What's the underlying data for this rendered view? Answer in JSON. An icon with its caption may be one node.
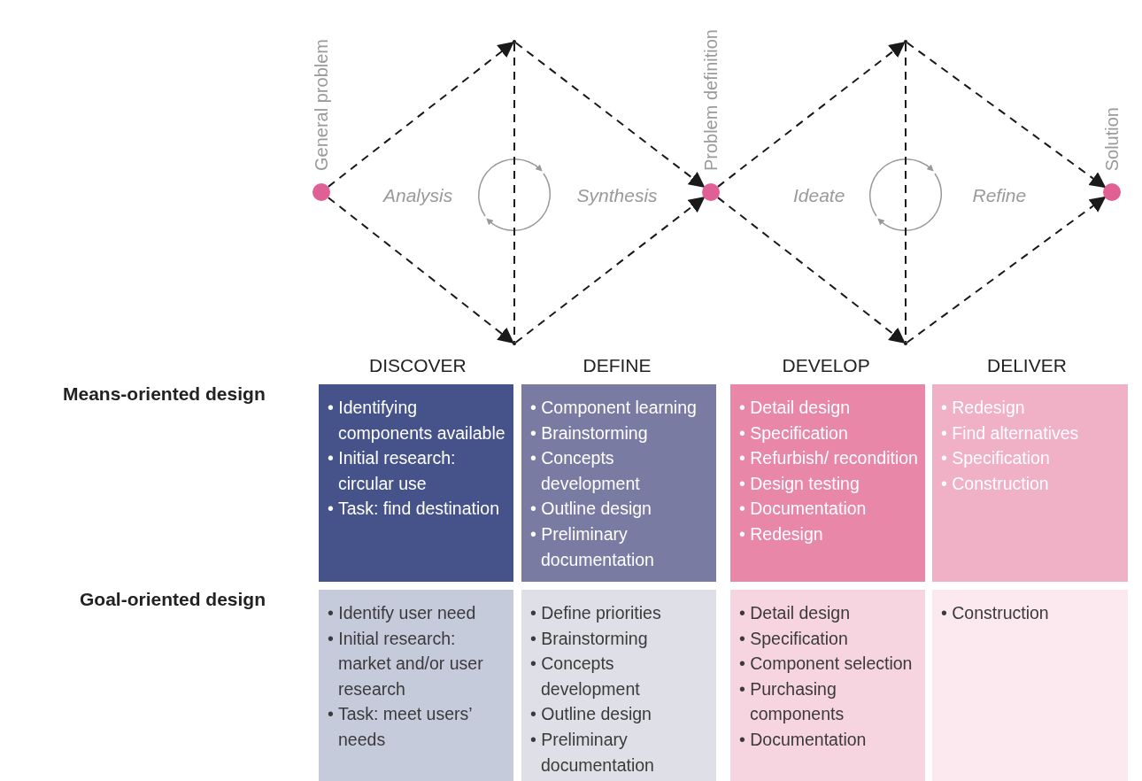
{
  "diagram": {
    "nodes": [
      {
        "text": [],
        "shape": "circle",
        "beside": [
          "General problem"
        ]
      },
      {
        "text": [],
        "shape": "point"
      },
      {
        "text": [],
        "shape": "point"
      },
      {
        "text": [],
        "shape": "circle",
        "beside": [
          "Problem definition"
        ]
      },
      {
        "text": [],
        "shape": "point"
      },
      {
        "text": [],
        "shape": "point"
      },
      {
        "text": [],
        "shape": "circle",
        "beside": [
          "Solution"
        ]
      },
      {
        "text": [
          "• Identifying components available",
          "• Initial research: circular use",
          "• Task: find destination"
        ]
      },
      {
        "text": [
          "• Component learning",
          "• Brainstorming",
          "• Concepts development",
          "• Outline design",
          "• Preliminary documentation"
        ]
      },
      {
        "text": [
          "• Detail design",
          "• Specification",
          "• Refurbish/ recondition",
          "• Design testing",
          "• Documentation",
          "• Redesign"
        ]
      },
      {
        "text": [
          "• Redesign",
          "• Find alternatives",
          "• Specification",
          "• Construction"
        ]
      },
      {
        "text": [
          "• Identify user need",
          "• Initial research: market and/or user research",
          "• Task: meet users’ needs"
        ]
      },
      {
        "text": [
          "• Define priorities",
          "• Brainstorming",
          "• Concepts development",
          "• Outline design",
          "• Preliminary documentation"
        ]
      },
      {
        "text": [
          "• Detail design",
          "• Specification",
          "• Component selection",
          "• Purchasing components",
          "• Documentation"
        ]
      },
      {
        "text": [
          "• Construction"
        ]
      }
    ],
    "edges": [
      {
        "from": 0,
        "to": 1,
        "arrow": "to",
        "style": "dashed"
      },
      {
        "from": 1,
        "to": 3,
        "arrow": "to",
        "style": "dashed"
      },
      {
        "from": 0,
        "to": 2,
        "arrow": "to",
        "style": "dashed"
      },
      {
        "from": 2,
        "to": 3,
        "arrow": "to",
        "style": "dashed"
      },
      {
        "from": 1,
        "to": 2,
        "arrow": "none",
        "style": "dashed"
      },
      {
        "from": 3,
        "to": 4,
        "arrow": "to",
        "style": "dashed"
      },
      {
        "from": 4,
        "to": 6,
        "arrow": "to",
        "style": "dashed"
      },
      {
        "from": 3,
        "to": 5,
        "arrow": "to",
        "style": "dashed"
      },
      {
        "from": 5,
        "to": 6,
        "arrow": "to",
        "style": "dashed"
      },
      {
        "from": 4,
        "to": 5,
        "arrow": "none",
        "style": "dashed"
      }
    ],
    "labels": [
      "Analysis",
      "Synthesis",
      "Ideate",
      "Refine",
      "DISCOVER",
      "DEFINE",
      "DEVELOP",
      "DELIVER",
      "Means-oriented design",
      "Goal-oriented design"
    ]
  }
}
